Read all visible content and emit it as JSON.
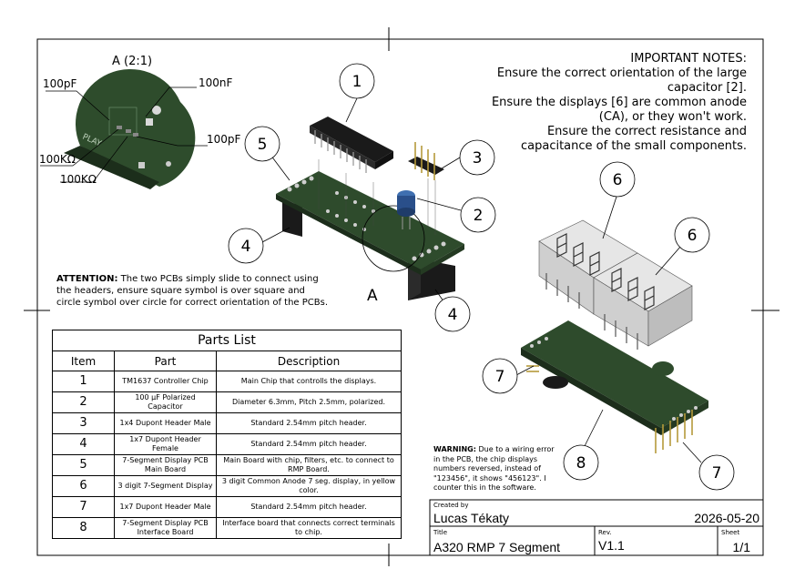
{
  "detail": {
    "title": "A (2:1)",
    "labels": [
      "100pF",
      "100nF",
      "100pF",
      "100KΩ",
      "100KΩ"
    ],
    "board_text": "PLAY"
  },
  "view_label": "A",
  "callouts": [
    "1",
    "2",
    "3",
    "4",
    "4",
    "5",
    "6",
    "6",
    "7",
    "7",
    "8"
  ],
  "notes": {
    "heading": "IMPORTANT NOTES:",
    "lines": [
      "Ensure the correct orientation of the large capacitor [2].",
      "Ensure the displays [6] are common anode (CA), or they won't work.",
      "Ensure the correct resistance and capacitance of the small components."
    ]
  },
  "attention": {
    "label": "ATTENTION:",
    "text": " The two PCBs simply slide to connect using the headers, ensure square symbol is over square and circle symbol over circle for correct orientation of the PCBs."
  },
  "warning": {
    "label": "WARNING:",
    "text": " Due to a wiring error in the PCB, the chip displays numbers reversed, instead of \"123456\", it shows \"456123\". I counter this in the software."
  },
  "parts_list": {
    "title": "Parts List",
    "headers": [
      "Item",
      "Part",
      "Description"
    ],
    "rows": [
      {
        "item": "1",
        "part": "TM1637 Controller Chip",
        "desc": "Main Chip that controlls the displays."
      },
      {
        "item": "2",
        "part": "100 µF Polarized Capacitor",
        "desc": "Diameter 6.3mm, Pitch 2.5mm, polarized."
      },
      {
        "item": "3",
        "part": "1x4 Dupont Header Male",
        "desc": "Standard 2.54mm pitch header."
      },
      {
        "item": "4",
        "part": "1x7 Dupont Header Female",
        "desc": "Standard 2.54mm pitch header."
      },
      {
        "item": "5",
        "part": "7-Segment Display PCB Main Board",
        "desc": "Main Board with chip, filters, etc. to connect to RMP Board."
      },
      {
        "item": "6",
        "part": "3 digit 7-Segment Display",
        "desc": "3 digit Common Anode 7 seg. display, in yellow color."
      },
      {
        "item": "7",
        "part": "1x7 Dupont Header Male",
        "desc": "Standard 2.54mm pitch header."
      },
      {
        "item": "8",
        "part": "7-Segment Display PCB Interface Board",
        "desc": "Interface board that connects correct terminals to chip."
      }
    ]
  },
  "title_block": {
    "created_by_label": "Created by",
    "created_by": "Lucas Tékaty",
    "date": "2026-05-20",
    "title_label": "Title",
    "title": "A320 RMP 7 Segment",
    "rev_label": "Rev.",
    "rev": "V1.1",
    "sheet_label": "Sheet",
    "sheet": "1/1"
  },
  "colors": {
    "pcb": "#2c4a2a",
    "pcb_dark": "#1f3520",
    "display": "#d8d8d8",
    "capacitor": "#2a4f8a"
  }
}
